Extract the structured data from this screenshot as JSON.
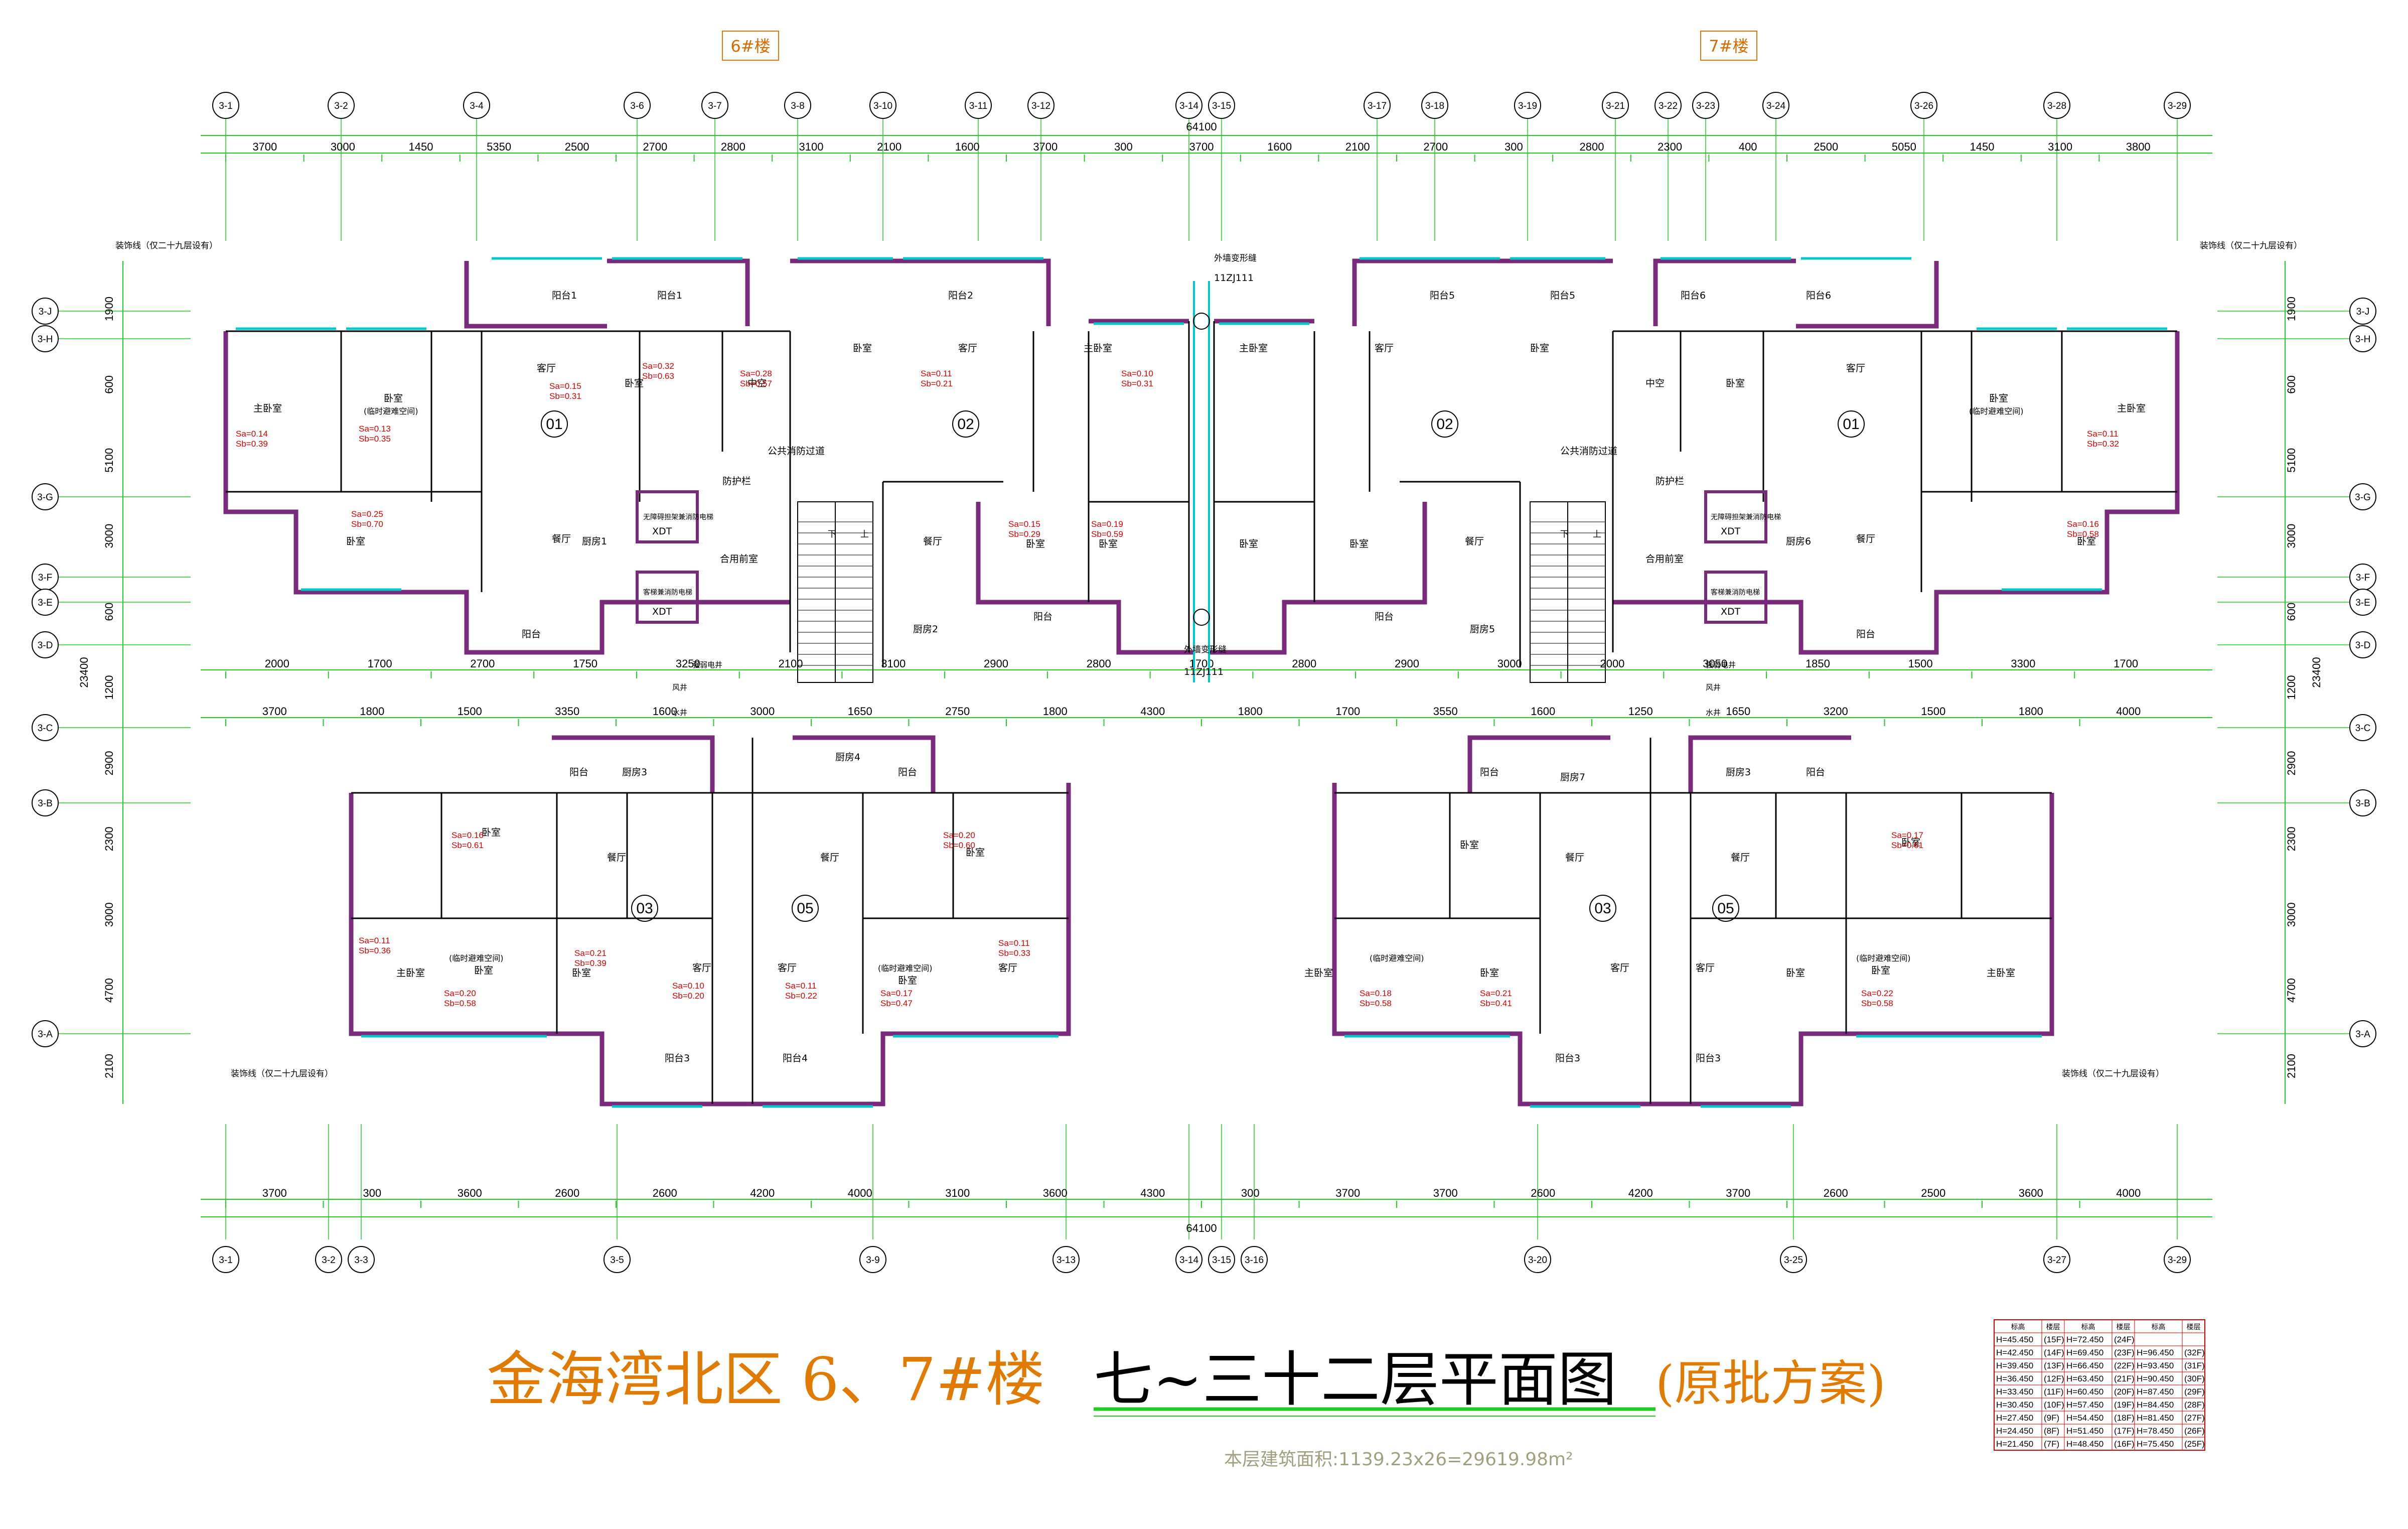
{
  "buildings": [
    {
      "label": "6#楼"
    },
    {
      "label": "7#楼"
    }
  ],
  "top_grid": [
    "3-1",
    "3-2",
    "3-4",
    "3-6",
    "3-7",
    "3-8",
    "3-10",
    "3-11",
    "3-12",
    "3-14",
    "3-15",
    "3-17",
    "3-18",
    "3-19",
    "3-21",
    "3-22",
    "3-23",
    "3-24",
    "3-26",
    "3-28",
    "3-29"
  ],
  "bottom_grid": [
    "3-1",
    "3-2",
    "3-3",
    "3-5",
    "3-9",
    "3-13",
    "3-14",
    "3-15",
    "3-16",
    "3-20",
    "3-25",
    "3-27",
    "3-29"
  ],
  "left_grid": [
    "3-J",
    "3-H",
    "3-G",
    "3-F",
    "3-E",
    "3-D",
    "3-C",
    "3-B",
    "3-A"
  ],
  "right_grid": [
    "3-J",
    "3-H",
    "3-G",
    "3-F",
    "3-E",
    "3-D",
    "3-C",
    "3-B",
    "3-A"
  ],
  "dims": {
    "top_row1": [
      "3700",
      "3000",
      "1450",
      "5350",
      "2500",
      "2700",
      "2800",
      "3100",
      "2100",
      "1600",
      "3700",
      "300",
      "3700",
      "1600",
      "2100",
      "2700",
      "300",
      "2800",
      "2300",
      "400",
      "2500",
      "5050",
      "1450",
      "3100",
      "3800"
    ],
    "top_total": "64100",
    "bottom_row": [
      "3700",
      "300",
      "3600",
      "2600",
      "2600",
      "4200",
      "4000",
      "3100",
      "3600",
      "4300",
      "300",
      "3700",
      "3700",
      "2600",
      "4200",
      "3700",
      "2600",
      "2500",
      "3600",
      "4000"
    ],
    "bottom_total": "64100",
    "mid_row1": [
      "2000",
      "1700",
      "2700",
      "1750",
      "3250",
      "2100",
      "3100",
      "2900",
      "2800",
      "1700",
      "2800",
      "2900",
      "3000",
      "2000",
      "3050",
      "1850",
      "1500",
      "3300",
      "1700"
    ],
    "mid_row2": [
      "3700",
      "1800",
      "1500",
      "3350",
      "1600",
      "3000",
      "1650",
      "2750",
      "1800",
      "4300",
      "1800",
      "1700",
      "3550",
      "1600",
      "1250",
      "1650",
      "3200",
      "1500",
      "1800",
      "4000"
    ],
    "left_vert": [
      "1900",
      "600",
      "5100",
      "3000",
      "600",
      "1200",
      "2900",
      "2300",
      "3000",
      "4700",
      "2100"
    ],
    "left_total": "23400",
    "right_vert": [
      "1900",
      "600",
      "5100",
      "3000",
      "600",
      "1200",
      "2900",
      "2300",
      "3000",
      "4700",
      "2100"
    ],
    "right_total": "23400"
  },
  "units": [
    "01",
    "02",
    "02",
    "01",
    "03",
    "05",
    "03",
    "05"
  ],
  "rooms": {
    "yangtai1": "阳台1",
    "yangtai2": "阳台2",
    "yangtai5": "阳台5",
    "yangtai6": "阳台6",
    "yangtai3": "阳台3",
    "yangtai4": "阳台4",
    "yangtai": "阳台",
    "keting": "客厅",
    "woshi": "卧室",
    "zhuwoshi": "主卧室",
    "canting": "餐厅",
    "linshi": "(临时避难空间)",
    "zhongkong": "中空",
    "heyongqianshi": "合用前室",
    "chufang1": "厨房1",
    "chufang2": "厨房2",
    "chufang3": "厨房3",
    "chufang4": "厨房4",
    "chufang5": "厨房5",
    "chufang6": "厨房6",
    "chufang7": "厨房7",
    "gonggong": "公共消防过道",
    "fanghulan": "防护栏",
    "wuzhangai": "无障碍担架兼消防电梯",
    "kehuo": "客梯兼消防电梯",
    "xdt": "XDT",
    "fengjing": "风井",
    "shuijing": "水井",
    "qiangjing": "强弱电井",
    "zhuangshixian": "装饰线（仅二十九层设有）",
    "waiqiang1": "外墙变形缝",
    "waiqiang2": "外墙变形缝",
    "ref11": "11ZJ111",
    "up": "上",
    "down": "下"
  },
  "ratios": [
    {
      "sa": "Sa=0.14",
      "sb": "Sb=0.39"
    },
    {
      "sa": "Sa=0.13",
      "sb": "Sb=0.35"
    },
    {
      "sa": "Sa=0.15",
      "sb": "Sb=0.31"
    },
    {
      "sa": "Sa=0.32",
      "sb": "Sb=0.63"
    },
    {
      "sa": "Sa=0.28",
      "sb": "Sb=0.57"
    },
    {
      "sa": "Sa=0.11",
      "sb": "Sb=0.21"
    },
    {
      "sa": "Sa=0.10",
      "sb": "Sb=0.31"
    },
    {
      "sa": "Sa=0.25",
      "sb": "Sb=0.70"
    },
    {
      "sa": "Sa=0.15",
      "sb": "Sb=0.29"
    },
    {
      "sa": "Sa=0.19",
      "sb": "Sb=0.59"
    },
    {
      "sa": "Sa=0.16",
      "sb": "Sb=0.61"
    },
    {
      "sa": "Sa=0.20",
      "sb": "Sb=0.60"
    },
    {
      "sa": "Sa=0.11",
      "sb": "Sb=0.36"
    },
    {
      "sa": "Sa=0.21",
      "sb": "Sb=0.39"
    },
    {
      "sa": "Sa=0.20",
      "sb": "Sb=0.58"
    },
    {
      "sa": "Sa=0.10",
      "sb": "Sb=0.20"
    },
    {
      "sa": "Sa=0.11",
      "sb": "Sb=0.22"
    },
    {
      "sa": "Sa=0.17",
      "sb": "Sb=0.47"
    },
    {
      "sa": "Sa=0.11",
      "sb": "Sb=0.33"
    },
    {
      "sa": "Sa=0.16",
      "sb": "Sb=0.58"
    },
    {
      "sa": "Sa=0.17",
      "sb": "Sb=0.61"
    },
    {
      "sa": "Sa=0.18",
      "sb": "Sb=0.58"
    },
    {
      "sa": "Sa=0.21",
      "sb": "Sb=0.41"
    },
    {
      "sa": "Sa=0.22",
      "sb": "Sb=0.58"
    },
    {
      "sa": "Sa=0.11",
      "sb": "Sb=0.32"
    }
  ],
  "title": {
    "main": "金海湾北区  6、7#楼",
    "floors": "七~三十二层平面图",
    "note": "(原批方案)",
    "area": "本层建筑面积:1139.23x26=29619.98m²"
  },
  "level_table": {
    "headers": [
      "标高",
      "楼层",
      "标高",
      "楼层",
      "标高",
      "楼层"
    ],
    "rows": [
      [
        "H=45.450",
        "(15F)",
        "H=72.450",
        "(24F)",
        "",
        ""
      ],
      [
        "H=42.450",
        "(14F)",
        "H=69.450",
        "(23F)",
        "H=96.450",
        "(32F)"
      ],
      [
        "H=39.450",
        "(13F)",
        "H=66.450",
        "(22F)",
        "H=93.450",
        "(31F)"
      ],
      [
        "H=36.450",
        "(12F)",
        "H=63.450",
        "(21F)",
        "H=90.450",
        "(30F)"
      ],
      [
        "H=33.450",
        "(11F)",
        "H=60.450",
        "(20F)",
        "H=87.450",
        "(29F)"
      ],
      [
        "H=30.450",
        "(10F)",
        "H=57.450",
        "(19F)",
        "H=84.450",
        "(28F)"
      ],
      [
        "H=27.450",
        "(9F)",
        "H=54.450",
        "(18F)",
        "H=81.450",
        "(27F)"
      ],
      [
        "H=24.450",
        "(8F)",
        "H=51.450",
        "(17F)",
        "H=78.450",
        "(26F)"
      ],
      [
        "H=21.450",
        "(7F)",
        "H=48.450",
        "(16F)",
        "H=75.450",
        "(25F)"
      ]
    ]
  },
  "colors": {
    "grid": "#22cc22",
    "wall": "#7a2a7a",
    "window": "#00c8c8",
    "title": "#e07a00",
    "underline": "#22cc22",
    "ratio": "#d40000",
    "table": "#d40000"
  }
}
